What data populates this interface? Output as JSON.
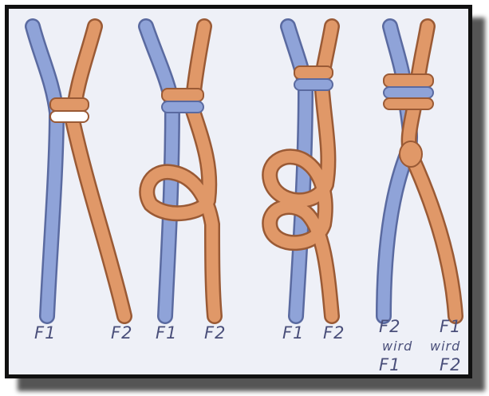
{
  "diagram": {
    "colors": {
      "strand_blue": "#8fa3d8",
      "strand_orange": "#e09868",
      "paper": "#eef0f7",
      "ink": "#4a4f7a",
      "frame": "#111111"
    },
    "steps": [
      {
        "left_label": "F1",
        "right_label": "F2"
      },
      {
        "left_label": "F1",
        "right_label": "F2"
      },
      {
        "left_label": "F1",
        "right_label": "F2"
      },
      {
        "left_label": "F2",
        "right_label": "F1",
        "left_note": "wird",
        "right_note": "wird",
        "left_sub": "F1",
        "right_sub": "F2"
      }
    ]
  }
}
